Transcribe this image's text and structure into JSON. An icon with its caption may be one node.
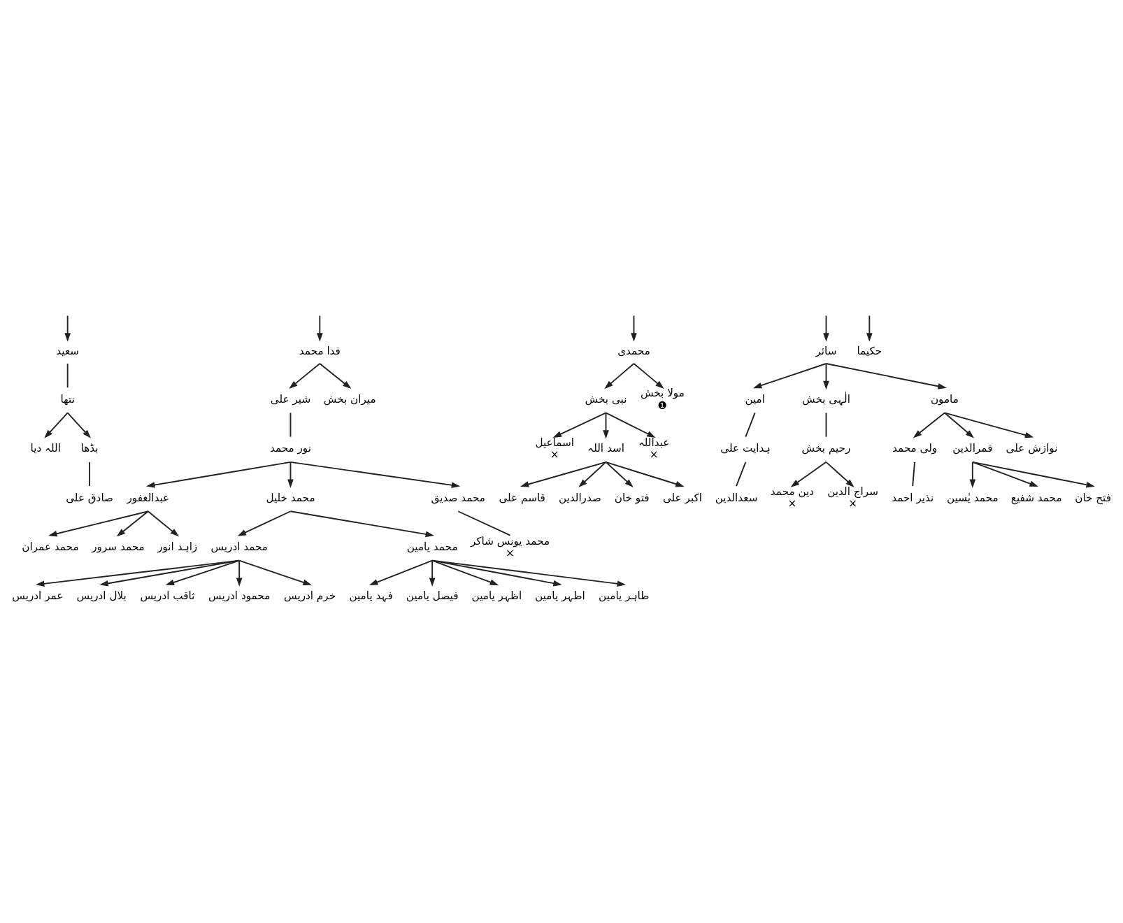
{
  "diagram": {
    "nodes": [
      {
        "text": [
          "سعید"
        ]
      },
      {
        "text": [
          "نتھا"
        ]
      },
      {
        "text": [
          "اللہ دیا"
        ]
      },
      {
        "text": [
          "بڈھا"
        ]
      },
      {
        "text": [
          "صادق علی"
        ]
      },
      {
        "text": [
          "فدا محمد"
        ]
      },
      {
        "text": [
          "شیر علی"
        ]
      },
      {
        "text": [
          "میران بخش"
        ]
      },
      {
        "text": [
          "نور محمد"
        ]
      },
      {
        "text": [
          "عبدالغفور"
        ]
      },
      {
        "text": [
          "محمد خلیل"
        ]
      },
      {
        "text": [
          "محمد صدیق"
        ]
      },
      {
        "text": [
          "محمد عمران"
        ]
      },
      {
        "text": [
          "محمد سرور"
        ]
      },
      {
        "text": [
          "زاہد انور"
        ]
      },
      {
        "text": [
          "محمد یونس شاکر"
        ],
        "beside": [
          "×"
        ]
      },
      {
        "text": [
          "محمد ادریس"
        ]
      },
      {
        "text": [
          "محمد یامین"
        ]
      },
      {
        "text": [
          "عمر ادریس"
        ]
      },
      {
        "text": [
          "بلال ادریس"
        ]
      },
      {
        "text": [
          "ثاقب ادریس"
        ]
      },
      {
        "text": [
          "محمود ادریس"
        ]
      },
      {
        "text": [
          "خرم ادریس"
        ]
      },
      {
        "text": [
          "فہد یامین"
        ]
      },
      {
        "text": [
          "فیصل یامین"
        ]
      },
      {
        "text": [
          "اظہر یامین"
        ]
      },
      {
        "text": [
          "اطہر یامین"
        ]
      },
      {
        "text": [
          "طاہر یامین"
        ]
      },
      {
        "text": [
          "محمدی"
        ]
      },
      {
        "text": [
          "نبی بخش"
        ]
      },
      {
        "text": [
          "مولا بخش"
        ],
        "beside": [
          "❶"
        ]
      },
      {
        "text": [
          "اسماعیل"
        ],
        "beside": [
          "×"
        ]
      },
      {
        "text": [
          "اسد اللہ"
        ]
      },
      {
        "text": [
          "عبداللہ"
        ],
        "beside": [
          "×"
        ]
      },
      {
        "text": [
          "قاسم علی"
        ]
      },
      {
        "text": [
          "صدرالدین"
        ]
      },
      {
        "text": [
          "فتو خان"
        ]
      },
      {
        "text": [
          "اکبر علی"
        ]
      },
      {
        "text": [
          "سائر"
        ]
      },
      {
        "text": [
          "امین"
        ]
      },
      {
        "text": [
          "الٰہی بخش"
        ]
      },
      {
        "text": [
          "مامون"
        ]
      },
      {
        "text": [
          "ہدایت علی"
        ]
      },
      {
        "text": [
          "سعدالدین"
        ]
      },
      {
        "text": [
          "رحیم بخش"
        ]
      },
      {
        "text": [
          "دین محمد"
        ],
        "beside": [
          "×"
        ]
      },
      {
        "text": [
          "سراج الدین"
        ],
        "beside": [
          "×"
        ]
      },
      {
        "text": [
          "ولی محمد"
        ]
      },
      {
        "text": [
          "قمرالدین"
        ]
      },
      {
        "text": [
          "نوازش علی"
        ]
      },
      {
        "text": [
          "نذیر احمد"
        ]
      },
      {
        "text": [
          "محمد یٰسین"
        ]
      },
      {
        "text": [
          "محمد شفیع"
        ]
      },
      {
        "text": [
          "فتح خان"
        ]
      },
      {
        "text": [
          "حکیما"
        ]
      }
    ],
    "edges": [
      {
        "from": null,
        "to": 0,
        "arrow": "to"
      },
      {
        "from": null,
        "to": 5,
        "arrow": "to"
      },
      {
        "from": null,
        "to": 28,
        "arrow": "to"
      },
      {
        "from": null,
        "to": 38,
        "arrow": "to"
      },
      {
        "from": null,
        "to": 54,
        "arrow": "to"
      },
      {
        "from": 0,
        "to": 1,
        "arrow": "none"
      },
      {
        "from": 1,
        "to": 2,
        "arrow": "to"
      },
      {
        "from": 1,
        "to": 3,
        "arrow": "to"
      },
      {
        "from": 3,
        "to": 4,
        "arrow": "none"
      },
      {
        "from": 5,
        "to": 6,
        "arrow": "to"
      },
      {
        "from": 5,
        "to": 7,
        "arrow": "to"
      },
      {
        "from": 6,
        "to": 8,
        "arrow": "none"
      },
      {
        "from": 8,
        "to": 9,
        "arrow": "to"
      },
      {
        "from": 8,
        "to": 10,
        "arrow": "to"
      },
      {
        "from": 8,
        "to": 11,
        "arrow": "to"
      },
      {
        "from": 9,
        "to": 12,
        "arrow": "to"
      },
      {
        "from": 9,
        "to": 13,
        "arrow": "to"
      },
      {
        "from": 9,
        "to": 14,
        "arrow": "to"
      },
      {
        "from": 11,
        "to": 15,
        "arrow": "none"
      },
      {
        "from": 10,
        "to": 16,
        "arrow": "to"
      },
      {
        "from": 10,
        "to": 17,
        "arrow": "to"
      },
      {
        "from": 16,
        "to": 18,
        "arrow": "to"
      },
      {
        "from": 16,
        "to": 19,
        "arrow": "to"
      },
      {
        "from": 16,
        "to": 20,
        "arrow": "to"
      },
      {
        "from": 16,
        "to": 21,
        "arrow": "to"
      },
      {
        "from": 16,
        "to": 22,
        "arrow": "to"
      },
      {
        "from": 17,
        "to": 23,
        "arrow": "to"
      },
      {
        "from": 17,
        "to": 24,
        "arrow": "to"
      },
      {
        "from": 17,
        "to": 25,
        "arrow": "to"
      },
      {
        "from": 17,
        "to": 26,
        "arrow": "to"
      },
      {
        "from": 17,
        "to": 27,
        "arrow": "to"
      },
      {
        "from": 28,
        "to": 29,
        "arrow": "to"
      },
      {
        "from": 28,
        "to": 30,
        "arrow": "to"
      },
      {
        "from": 29,
        "to": 31,
        "arrow": "to"
      },
      {
        "from": 29,
        "to": 32,
        "arrow": "to"
      },
      {
        "from": 29,
        "to": 33,
        "arrow": "to"
      },
      {
        "from": 32,
        "to": 34,
        "arrow": "to"
      },
      {
        "from": 32,
        "to": 35,
        "arrow": "to"
      },
      {
        "from": 32,
        "to": 36,
        "arrow": "to"
      },
      {
        "from": 32,
        "to": 37,
        "arrow": "to"
      },
      {
        "from": 38,
        "to": 39,
        "arrow": "to"
      },
      {
        "from": 38,
        "to": 40,
        "arrow": "to"
      },
      {
        "from": 38,
        "to": 41,
        "arrow": "to"
      },
      {
        "from": 39,
        "to": 42,
        "arrow": "none"
      },
      {
        "from": 42,
        "to": 43,
        "arrow": "none"
      },
      {
        "from": 40,
        "to": 44,
        "arrow": "none"
      },
      {
        "from": 44,
        "to": 45,
        "arrow": "to"
      },
      {
        "from": 44,
        "to": 46,
        "arrow": "to"
      },
      {
        "from": 41,
        "to": 47,
        "arrow": "to"
      },
      {
        "from": 41,
        "to": 48,
        "arrow": "to"
      },
      {
        "from": 41,
        "to": 49,
        "arrow": "to"
      },
      {
        "from": 47,
        "to": 50,
        "arrow": "none"
      },
      {
        "from": 48,
        "to": 51,
        "arrow": "to"
      },
      {
        "from": 48,
        "to": 52,
        "arrow": "to"
      },
      {
        "from": 48,
        "to": 53,
        "arrow": "to"
      }
    ]
  }
}
